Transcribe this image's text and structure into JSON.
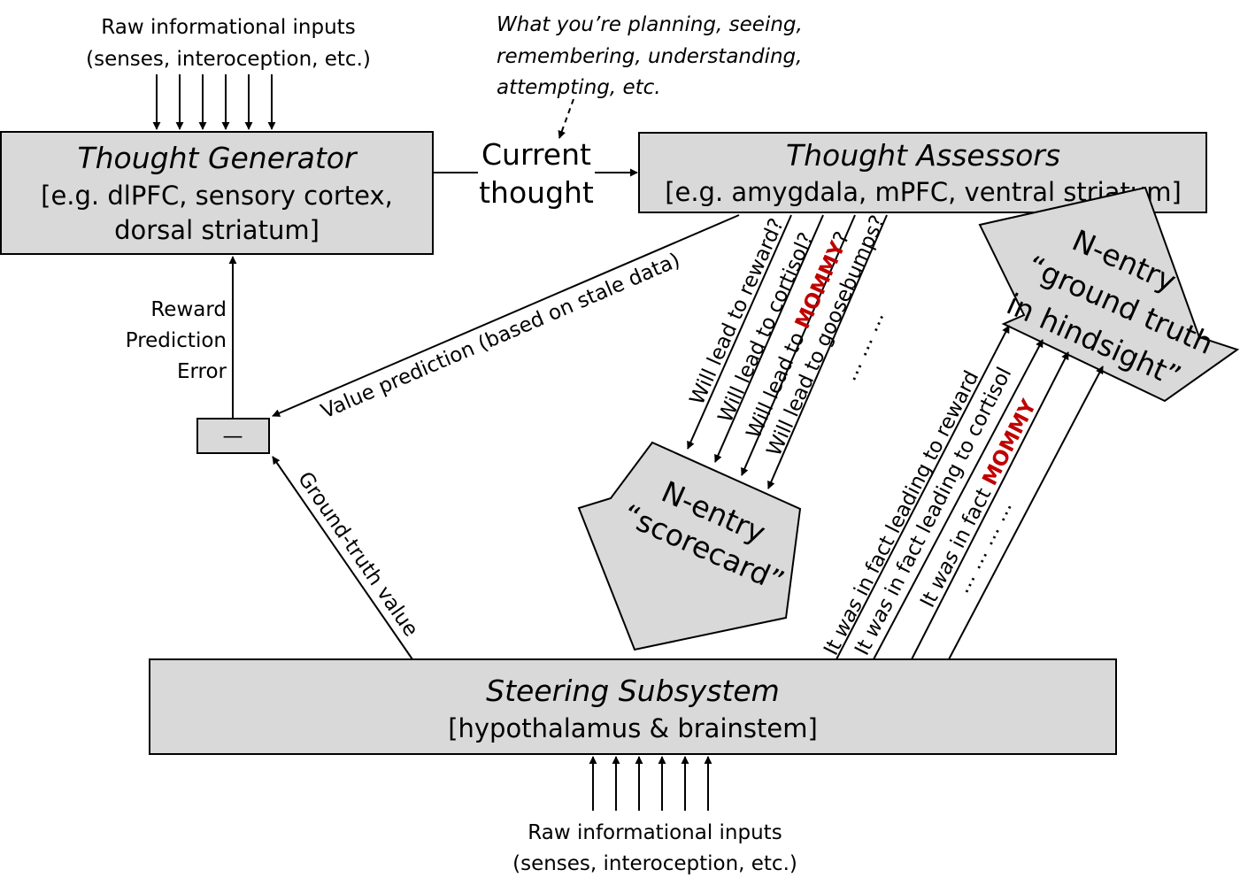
{
  "thought_generator": {
    "title": "Thought Generator",
    "line1": "[e.g. dlPFC, sensory cortex,",
    "line2": "dorsal striatum]"
  },
  "thought_assessors": {
    "title": "Thought Assessors",
    "line1": "[e.g. amygdala, mPFC, ventral striatum]"
  },
  "steering_subsystem": {
    "title": "Steering Subsystem",
    "line1": "[hypothalamus & brainstem]"
  },
  "raw_inputs_top": {
    "line1": "Raw informational inputs",
    "line2": "(senses, interoception, etc.)"
  },
  "raw_inputs_bottom": {
    "line1": "Raw informational inputs",
    "line2": "(senses, interoception, etc.)"
  },
  "current_thought": {
    "line1": "Current",
    "line2": "thought"
  },
  "planning_note": {
    "line1": "What you’re planning, seeing,",
    "line2": "remembering, understanding,",
    "line3": "attempting, etc."
  },
  "rpe": {
    "line1": "Reward",
    "line2": "Prediction",
    "line3": "Error"
  },
  "subtract_symbol": "—",
  "value_prediction": "Value prediction (based on stale data)",
  "ground_truth_value": "Ground-truth value",
  "will_lead": {
    "reward": "Will lead to reward?",
    "cortisol": "Will lead to cortisol?",
    "mommy_prefix": "Will lead to ",
    "mommy_word": "MOMMY",
    "mommy_suffix": "?",
    "goosebumps": "Will lead to goosebumps?",
    "dots": "… … …"
  },
  "was_in_fact": {
    "reward_a": "It ",
    "reward_b": "was",
    "reward_c": " in fact leading to reward",
    "cortisol_a": "It ",
    "cortisol_b": "was",
    "cortisol_c": " in fact leading to cortisol",
    "mommy_a": "It ",
    "mommy_b": "was",
    "mommy_c": " in fact ",
    "mommy_word": "MOMMY",
    "dots": "… … … …"
  },
  "scorecard": {
    "line1": "N-entry",
    "line2": "“scorecard”"
  },
  "ground_truth_hindsight": {
    "line1": "N-entry",
    "line2": "“ground truth",
    "line3": "in hindsight”"
  },
  "colors": {
    "box_fill": "#d9d9d9",
    "accent_red": "#c00000"
  }
}
